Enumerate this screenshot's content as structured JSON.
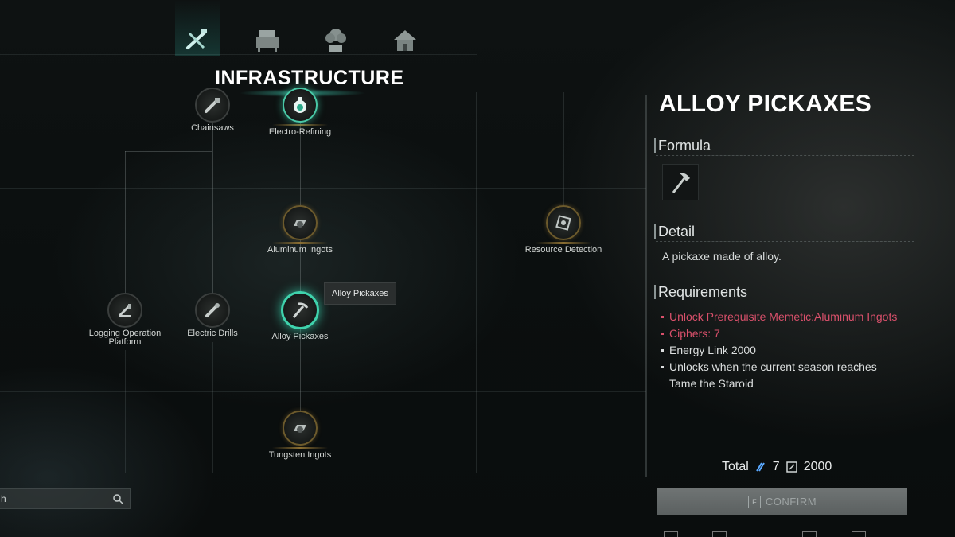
{
  "tabs": [
    {
      "name": "infrastructure",
      "icon": "saw-crossed-icon",
      "active": true
    },
    {
      "name": "crafting",
      "icon": "workbench-icon",
      "active": false
    },
    {
      "name": "farming",
      "icon": "plant-pot-icon",
      "active": false
    },
    {
      "name": "building",
      "icon": "house-icon",
      "active": false
    }
  ],
  "category_title": "INFRASTRUCTURE",
  "nodes": {
    "chainsaws": {
      "label": "Chainsaws",
      "icon": "chainsaw-icon"
    },
    "electro_refining": {
      "label": "Electro-Refining",
      "icon": "flask-icon"
    },
    "aluminum_ingots": {
      "label": "Aluminum Ingots",
      "icon": "ingot-icon"
    },
    "resource_detection": {
      "label": "Resource Detection",
      "icon": "scanner-icon"
    },
    "logging_platform": {
      "label": "Logging Operation\nPlatform",
      "icon": "logging-icon"
    },
    "electric_drills": {
      "label": "Electric Drills",
      "icon": "drill-icon"
    },
    "alloy_pickaxes": {
      "label": "Alloy Pickaxes",
      "icon": "pickaxe-icon"
    },
    "tungsten_ingots": {
      "label": "Tungsten Ingots",
      "icon": "ingot-icon"
    }
  },
  "tooltip": "Alloy Pickaxes",
  "search": {
    "value": "h",
    "placeholder": ""
  },
  "panel": {
    "title": "ALLOY PICKAXES",
    "formula_heading": "Formula",
    "formula_icon": "pickaxe-icon",
    "detail_heading": "Detail",
    "detail_text": "A pickaxe made of alloy.",
    "requirements_heading": "Requirements",
    "requirements": [
      {
        "text": "Unlock Prerequisite Memetic:Aluminum Ingots",
        "met": false
      },
      {
        "text": "Ciphers:  7",
        "met": false
      },
      {
        "text": "Energy Link 2000",
        "met": true
      },
      {
        "text": "Unlocks when the current season reaches Tame the Staroid",
        "met": true
      }
    ],
    "total_label": "Total",
    "total_ciphers": "7",
    "total_energy": "2000",
    "confirm_key": "F",
    "confirm_label": "CONFIRM"
  },
  "colors": {
    "accent": "#3fd2ac",
    "unmet": "#d9506b",
    "gold": "#8a6e33"
  }
}
